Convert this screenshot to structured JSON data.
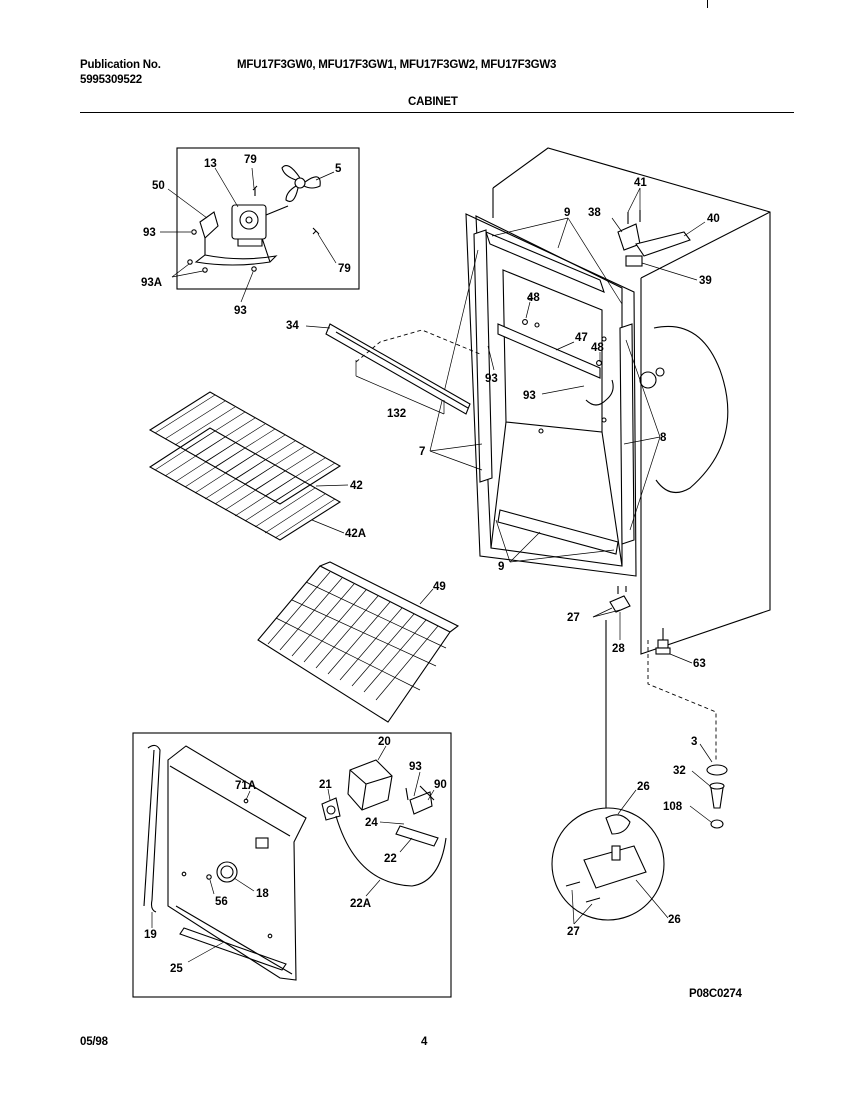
{
  "header": {
    "publication_label": "Publication No.",
    "publication_number": "5995309522",
    "models": "MFU17F3GW0, MFU17F3GW1, MFU17F3GW2, MFU17F3GW3",
    "section_title": "CABINET"
  },
  "footer": {
    "date": "05/98",
    "page_number": "4",
    "drawing_code": "P08C0274"
  },
  "callouts": {
    "c13": "13",
    "c79a": "79",
    "c5": "5",
    "c50": "50",
    "c93a": "93",
    "c93A": "93A",
    "c93b": "93",
    "c79b": "79",
    "c41": "41",
    "c38": "38",
    "c40": "40",
    "c9a": "9",
    "c39": "39",
    "c48a": "48",
    "c47": "47",
    "c48b": "48",
    "c93c": "93",
    "c93d": "93",
    "c34": "34",
    "c132": "132",
    "c7": "7",
    "c8": "8",
    "c42": "42",
    "c42A": "42A",
    "c9b": "9",
    "c49": "49",
    "c27a": "27",
    "c28": "28",
    "c63": "63",
    "c3": "3",
    "c32": "32",
    "c108": "108",
    "c26": "26",
    "c27b": "27",
    "c26b": "26",
    "c71A": "71A",
    "c21": "21",
    "c20": "20",
    "c93e": "93",
    "c90": "90",
    "c24": "24",
    "c22": "22",
    "c56": "56",
    "c18": "18",
    "c22A": "22A",
    "c19": "19",
    "c25": "25"
  }
}
